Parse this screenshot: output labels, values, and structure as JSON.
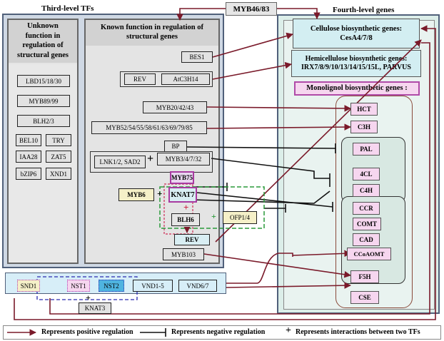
{
  "headers": {
    "third_level": "Third-level TFs",
    "fourth_level": "Fourth-level genes"
  },
  "top_tf": "MYB46/83",
  "unknown_panel": {
    "title_lines": [
      "Unknown",
      "function in",
      "regulation of",
      "structural genes"
    ],
    "items": [
      "LBD15/18/30",
      "MYB89/99",
      "BLH2/3",
      "BEL10",
      "TRY",
      "IAA28",
      "ZAT5",
      "bZIP6",
      "XND1"
    ]
  },
  "known_panel": {
    "title_lines": [
      "Known function in regulation of",
      "structural genes"
    ],
    "items": {
      "bes1": "BES1",
      "rev_top": "REV",
      "atc3h14": "AtC3H14",
      "myb20": "MYB20/42/43",
      "myb52": "MYB52/54/55/58/61/63/69/79/85",
      "bp": "BP",
      "lnk": "LNK1/2, SAD2",
      "myb3": "MYB3/4/7/32",
      "myb75": "MYB75",
      "myb6": "MYB6",
      "knat7": "KNAT7",
      "blh6": "BLH6",
      "ofp": "OFP1/4",
      "rev_bottom": "REV",
      "myb103": "MYB103"
    },
    "plus": "+"
  },
  "fourth_panel": {
    "cellulose_lines": [
      "Cellulose biosynthetic genes:",
      "CesA4/7/8"
    ],
    "hemicellulose_lines": [
      "Hemicellulose biosynthetic genes:",
      "IRX7/8/9/10/13/14/15/15L, PARVUS"
    ],
    "monolignol": "Monolignol biosynthetic genes :",
    "genes": [
      "HCT",
      "C3H",
      "PAL",
      "4CL",
      "C4H",
      "CCR",
      "COMT",
      "CAD",
      "CCoAOMT",
      "F5H",
      "CSE"
    ]
  },
  "bottom_row": [
    "SND1",
    "NST1",
    "NST2",
    "VND1-5",
    "VND6/7",
    "KNAT3"
  ],
  "legend": {
    "positive": "Represents positive regulation",
    "negative": "Represents negative regulation",
    "interaction": "Represents interactions between  two TFs"
  },
  "colors": {
    "positive": "#7a1a2a",
    "panel_border": "#50607a",
    "panel_fill": "#dfe6f2",
    "fourth_fill": "#dceee9",
    "gene_fill": "#f6d6ef",
    "bottom_fill": "#d7eef8"
  }
}
